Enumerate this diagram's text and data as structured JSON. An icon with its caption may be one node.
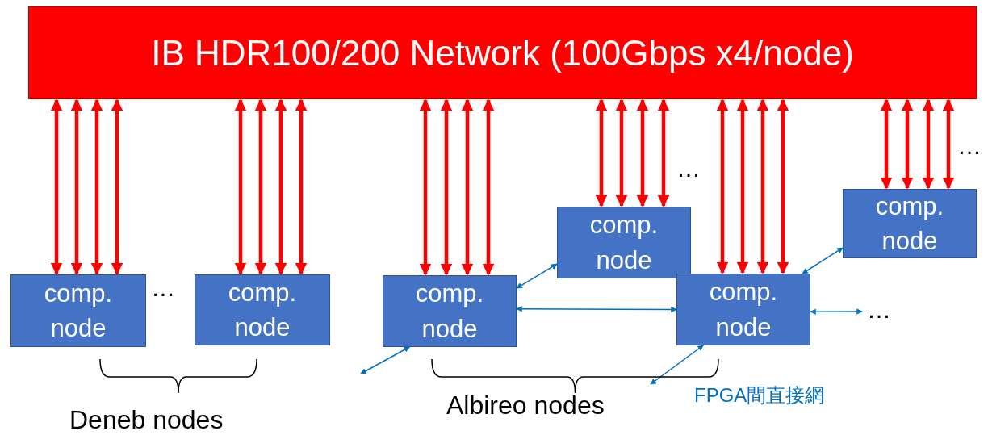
{
  "diagram": {
    "nodes": [
      {
        "text": [
          "IB HDR100/200 Network (100Gbps x4/node)"
        ]
      },
      {
        "text": [
          "comp. node"
        ]
      },
      {
        "text": [
          "comp. node"
        ]
      },
      {
        "text": [
          "comp. node"
        ]
      },
      {
        "text": [
          "comp. node"
        ]
      },
      {
        "text": [
          "comp. node"
        ]
      },
      {
        "text": [
          "comp. node"
        ]
      },
      {
        "text": [
          "…"
        ]
      }
    ],
    "edges": [
      {
        "from": 0,
        "to": 1,
        "arrow": "both"
      },
      {
        "from": 0,
        "to": 1,
        "arrow": "both"
      },
      {
        "from": 0,
        "to": 1,
        "arrow": "both"
      },
      {
        "from": 0,
        "to": 1,
        "arrow": "both"
      },
      {
        "from": 0,
        "to": 2,
        "arrow": "both"
      },
      {
        "from": 0,
        "to": 2,
        "arrow": "both"
      },
      {
        "from": 0,
        "to": 2,
        "arrow": "both"
      },
      {
        "from": 0,
        "to": 2,
        "arrow": "both"
      },
      {
        "from": 0,
        "to": 3,
        "arrow": "both"
      },
      {
        "from": 0,
        "to": 3,
        "arrow": "both"
      },
      {
        "from": 0,
        "to": 3,
        "arrow": "both"
      },
      {
        "from": 0,
        "to": 3,
        "arrow": "both"
      },
      {
        "from": 0,
        "to": 4,
        "arrow": "both"
      },
      {
        "from": 0,
        "to": 4,
        "arrow": "both"
      },
      {
        "from": 0,
        "to": 4,
        "arrow": "both"
      },
      {
        "from": 0,
        "to": 4,
        "arrow": "both"
      },
      {
        "from": 0,
        "to": 5,
        "arrow": "both"
      },
      {
        "from": 0,
        "to": 5,
        "arrow": "both"
      },
      {
        "from": 0,
        "to": 5,
        "arrow": "both"
      },
      {
        "from": 0,
        "to": 5,
        "arrow": "both"
      },
      {
        "from": 0,
        "to": 6,
        "arrow": "both"
      },
      {
        "from": 0,
        "to": 6,
        "arrow": "both"
      },
      {
        "from": 0,
        "to": 6,
        "arrow": "both"
      },
      {
        "from": 0,
        "to": 6,
        "arrow": "both"
      },
      {
        "from": 3,
        "to": 4,
        "arrow": "both",
        "color": "#0070c0"
      },
      {
        "from": 3,
        "to": 5,
        "arrow": "both",
        "color": "#0070c0"
      },
      {
        "from": 5,
        "to": 6,
        "arrow": "both",
        "color": "#0070c0"
      },
      {
        "from": 5,
        "to": 7,
        "arrow": "both",
        "color": "#0070c0"
      },
      {
        "from": null,
        "to": 3,
        "arrow": "both",
        "color": "#0070c0"
      },
      {
        "from": null,
        "to": 5,
        "arrow": "both",
        "color": "#0070c0"
      }
    ],
    "labels": [
      "…",
      "…",
      "…",
      "Deneb nodes",
      "Albireo nodes",
      "FPGA間直接網"
    ]
  }
}
